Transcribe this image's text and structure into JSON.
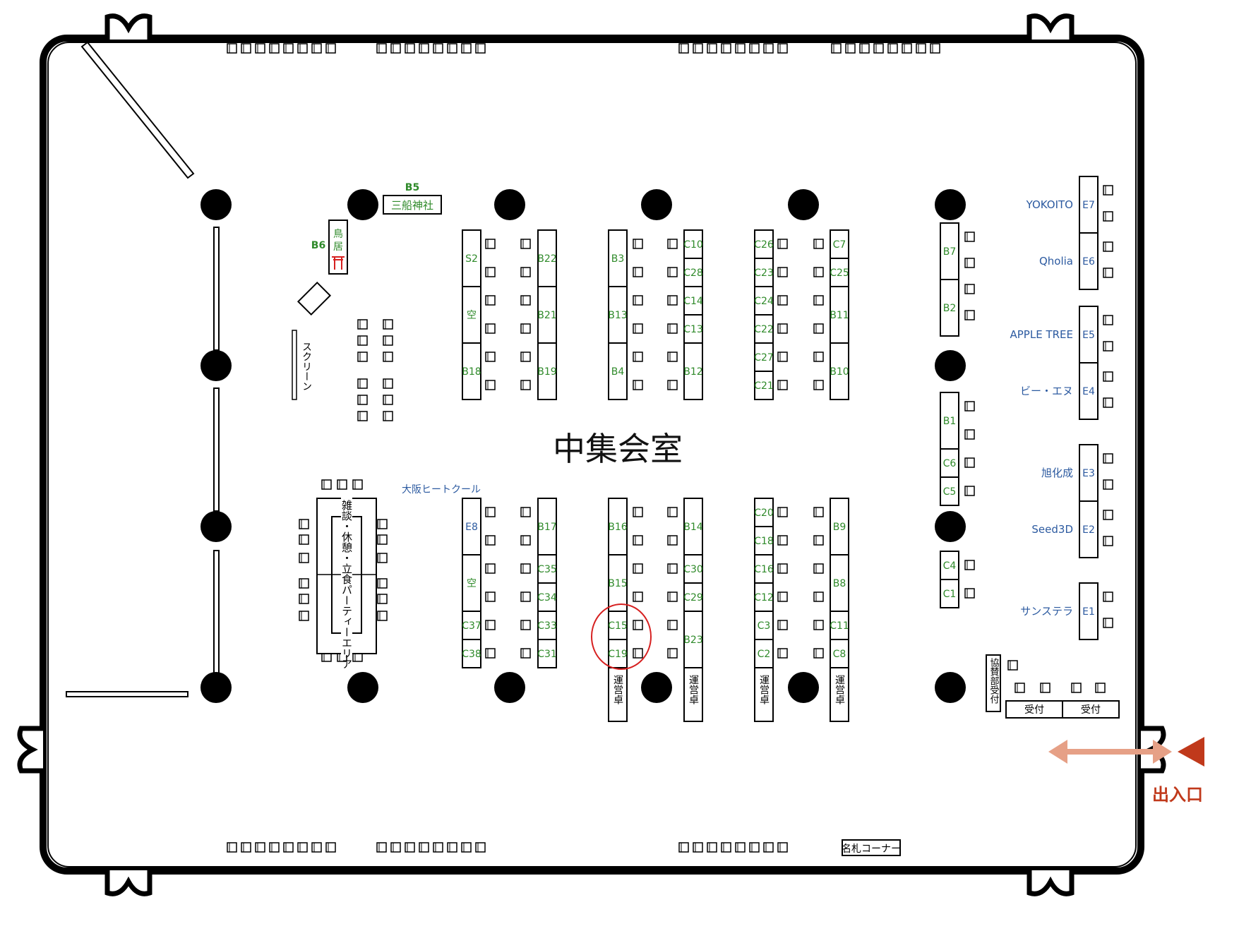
{
  "room_title": "中集会室",
  "colors": {
    "booth_green": "#2f8a2a",
    "exhibitor_blue": "#2c5aa0",
    "entrance_red": "#c0391b",
    "arrow_salmon": "#e6a086",
    "circle_red": "#d62020"
  },
  "shrine": {
    "id": "B5",
    "name": "三船神社"
  },
  "torii": {
    "id": "B6",
    "name": "鳥居",
    "icon": "torii-gate-icon"
  },
  "screen_label": "スクリーン",
  "lounge_label": "雑談・休憩・立食パーティーエリア",
  "osaka_label": "大阪ヒートクール",
  "entrance_label": "出入口",
  "sponsor_label": "協賛部受付",
  "reception_labels": [
    "受付",
    "受付"
  ],
  "nameplate_label": "名札コーナー",
  "ops_desk_label": "運営卓",
  "booths": {
    "col1_top": [
      "S2",
      "空",
      "B18"
    ],
    "col2_top": [
      "B22",
      "B21",
      "B19"
    ],
    "col3_top": [
      "B3",
      "B13",
      "B4"
    ],
    "col4_top": [
      "C10",
      "C28",
      "C14",
      "C13",
      "B12"
    ],
    "col5_top": [
      "C26",
      "C23",
      "C24",
      "C22",
      "C27",
      "C21"
    ],
    "col6_top": [
      "C7",
      "C25",
      "B11",
      "B10"
    ],
    "right_top": [
      "B7",
      "B2"
    ],
    "right_mid": [
      "B1",
      "C6",
      "C5"
    ],
    "right_low": [
      "C4",
      "C1"
    ],
    "col1_bottom": [
      "E8",
      "空",
      "C37",
      "C38"
    ],
    "col2_bottom": [
      "B17",
      "C35",
      "C34",
      "C33",
      "C31"
    ],
    "col3_bottom": [
      "B16",
      "B15",
      "C15",
      "C19"
    ],
    "col4_bottom": [
      "B14",
      "C30",
      "C29",
      "B23"
    ],
    "col5_bottom": [
      "C20",
      "C18",
      "C16",
      "C12",
      "C3",
      "C2"
    ],
    "col6_bottom": [
      "B9",
      "B8",
      "C11",
      "C8"
    ]
  },
  "highlighted_booths": [
    "C15",
    "C19"
  ],
  "exhibitors": [
    {
      "id": "E7",
      "name": "YOKOITO"
    },
    {
      "id": "E6",
      "name": "Qholia"
    },
    {
      "id": "E5",
      "name": "APPLE TREE"
    },
    {
      "id": "E4",
      "name": "ビー・エヌ"
    },
    {
      "id": "E3",
      "name": "旭化成"
    },
    {
      "id": "E2",
      "name": "Seed3D"
    },
    {
      "id": "E1",
      "name": "サンステラ"
    }
  ]
}
